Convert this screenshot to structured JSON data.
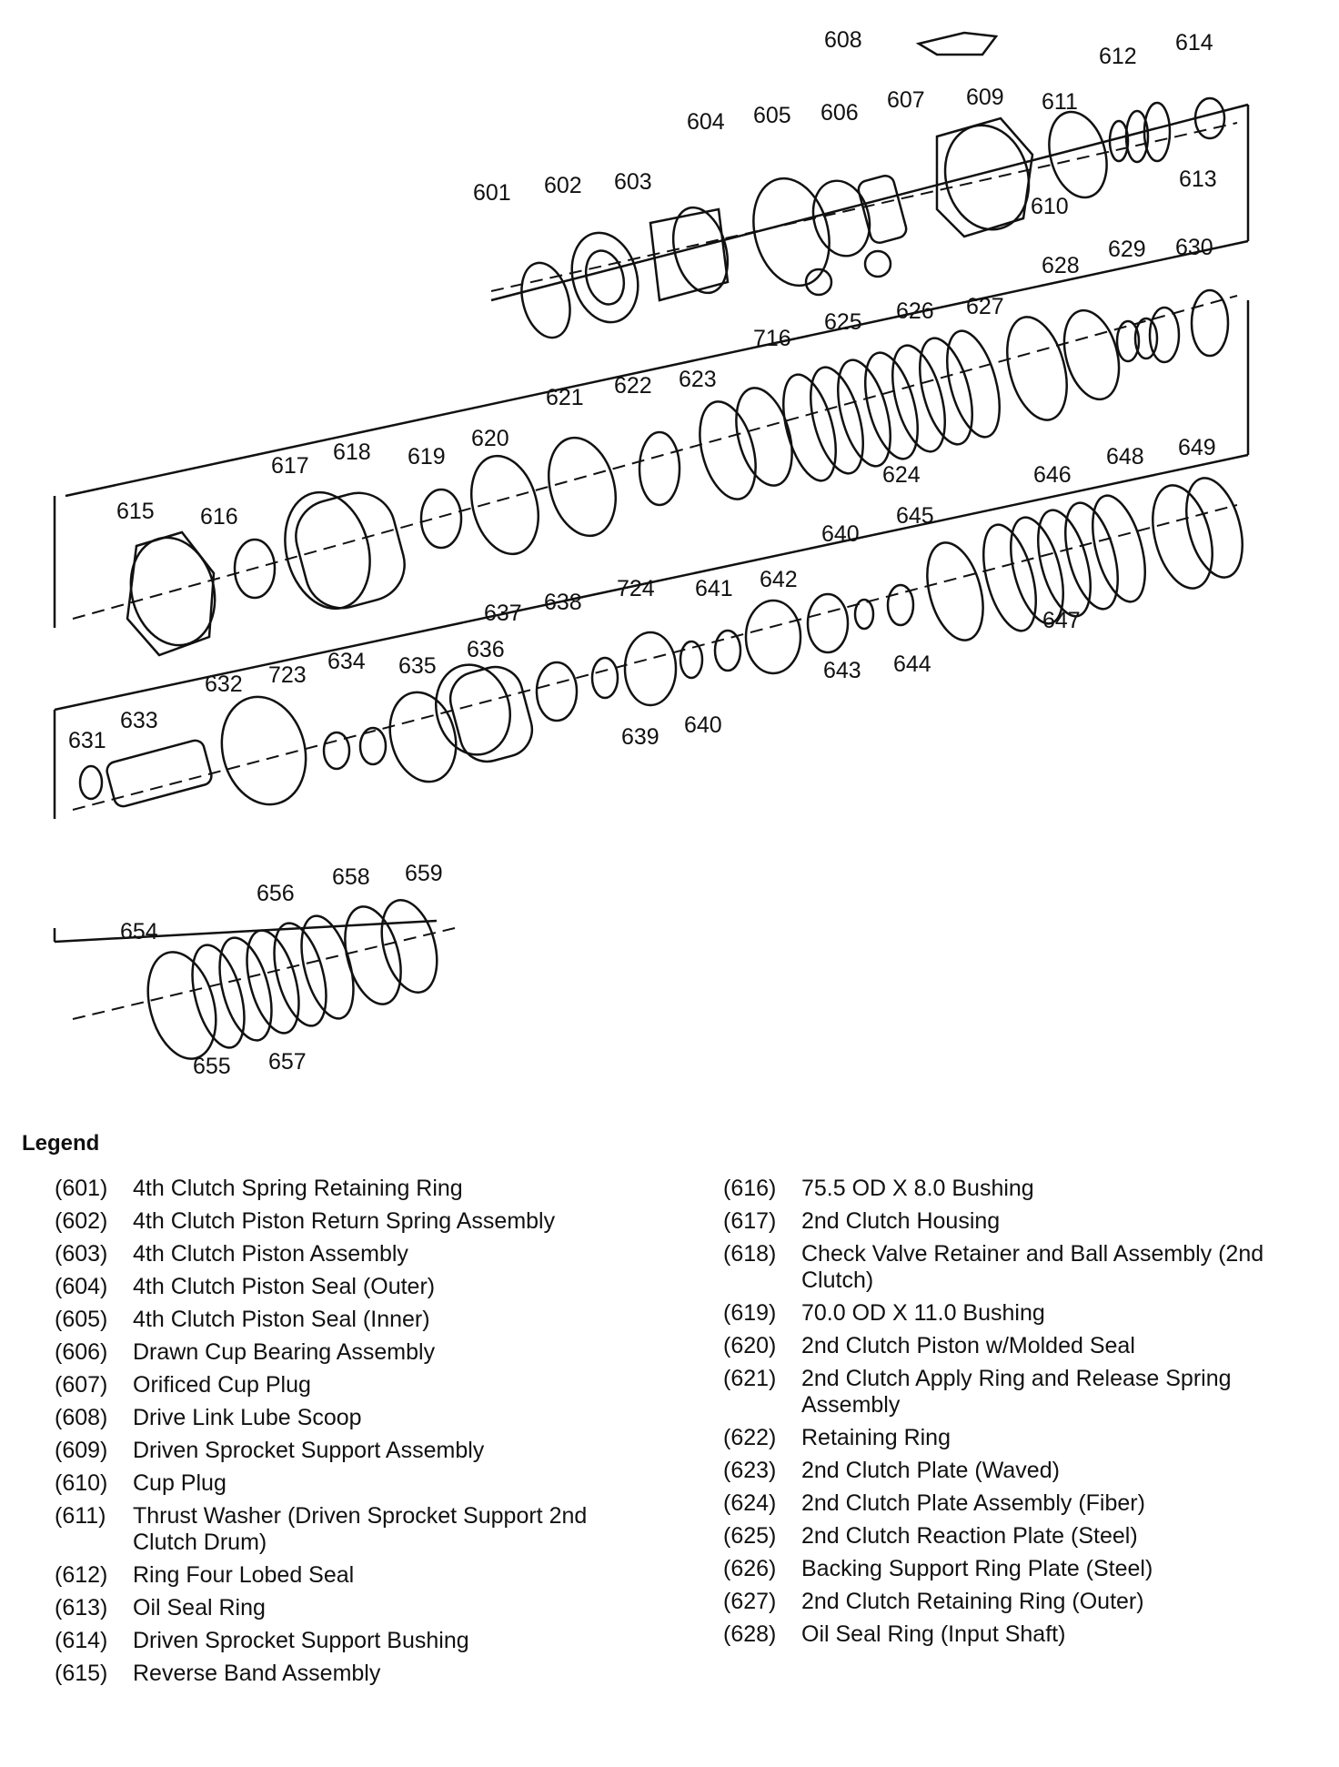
{
  "callouts": [
    "601",
    "602",
    "603",
    "604",
    "605",
    "606",
    "607",
    "608",
    "609",
    "610",
    "611",
    "612",
    "613",
    "614",
    "615",
    "616",
    "617",
    "618",
    "619",
    "620",
    "621",
    "622",
    "623",
    "716",
    "625",
    "626",
    "627",
    "628",
    "629",
    "630",
    "624",
    "631",
    "632",
    "633",
    "723",
    "634",
    "635",
    "636",
    "637",
    "638",
    "724",
    "639",
    "640",
    "641",
    "642",
    "643",
    "640",
    "644",
    "645",
    "646",
    "647",
    "648",
    "649",
    "654",
    "655",
    "656",
    "657",
    "658",
    "659"
  ],
  "legend": {
    "title": "Legend",
    "left": [
      {
        "num": "(601)",
        "desc": "4th Clutch Spring Retaining Ring"
      },
      {
        "num": "(602)",
        "desc": "4th Clutch Piston Return Spring Assembly"
      },
      {
        "num": "(603)",
        "desc": "4th Clutch Piston Assembly"
      },
      {
        "num": "(604)",
        "desc": "4th Clutch Piston Seal (Outer)"
      },
      {
        "num": "(605)",
        "desc": "4th Clutch Piston Seal (Inner)"
      },
      {
        "num": "(606)",
        "desc": "Drawn Cup Bearing Assembly"
      },
      {
        "num": "(607)",
        "desc": "Orificed Cup Plug"
      },
      {
        "num": "(608)",
        "desc": "Drive Link Lube Scoop"
      },
      {
        "num": "(609)",
        "desc": "Driven Sprocket Support Assembly"
      },
      {
        "num": "(610)",
        "desc": "Cup Plug"
      },
      {
        "num": "(611)",
        "desc": "Thrust Washer (Driven Sprocket Support 2nd Clutch Drum)"
      },
      {
        "num": "(612)",
        "desc": "Ring Four Lobed Seal"
      },
      {
        "num": "(613)",
        "desc": "Oil Seal Ring"
      },
      {
        "num": "(614)",
        "desc": "Driven Sprocket Support Bushing"
      },
      {
        "num": "(615)",
        "desc": "Reverse Band Assembly"
      }
    ],
    "right": [
      {
        "num": "(616)",
        "desc": "75.5 OD X 8.0 Bushing"
      },
      {
        "num": "(617)",
        "desc": "2nd Clutch Housing"
      },
      {
        "num": "(618)",
        "desc": "Check Valve Retainer and Ball Assembly (2nd Clutch)"
      },
      {
        "num": "(619)",
        "desc": "70.0 OD X 11.0 Bushing"
      },
      {
        "num": "(620)",
        "desc": "2nd Clutch Piston w/Molded Seal"
      },
      {
        "num": "(621)",
        "desc": "2nd Clutch Apply Ring and Release Spring Assembly"
      },
      {
        "num": "(622)",
        "desc": "Retaining Ring"
      },
      {
        "num": "(623)",
        "desc": "2nd Clutch Plate (Waved)"
      },
      {
        "num": "(624)",
        "desc": "2nd Clutch Plate Assembly (Fiber)"
      },
      {
        "num": "(625)",
        "desc": "2nd Clutch Reaction Plate (Steel)"
      },
      {
        "num": "(626)",
        "desc": "Backing Support Ring Plate (Steel)"
      },
      {
        "num": "(627)",
        "desc": "2nd Clutch Retaining Ring (Outer)"
      },
      {
        "num": "(628)",
        "desc": "Oil Seal Ring (Input Shaft)"
      }
    ]
  }
}
